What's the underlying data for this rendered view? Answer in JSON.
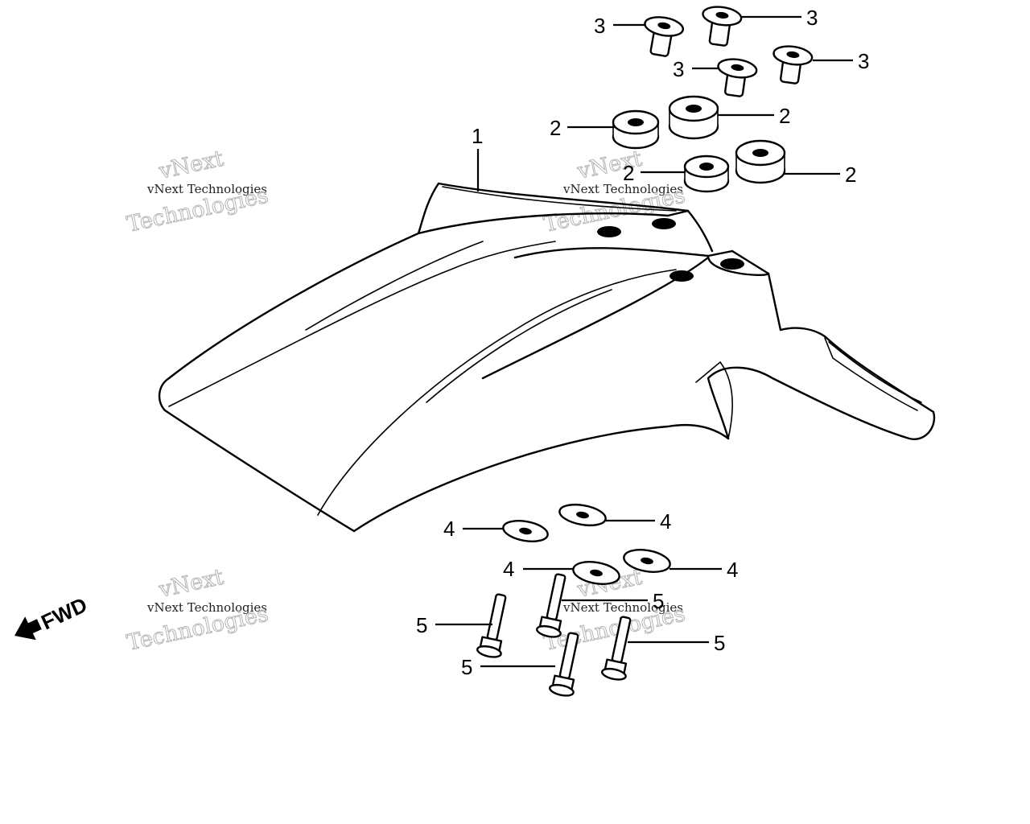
{
  "callouts": {
    "part1": "1",
    "part2": "2",
    "part3": "3",
    "part4": "4",
    "part5": "5"
  },
  "direction_label": "FWD",
  "watermark": {
    "line1": "vNext Technologies",
    "line2": "vNext",
    "line3": "Technologies"
  }
}
